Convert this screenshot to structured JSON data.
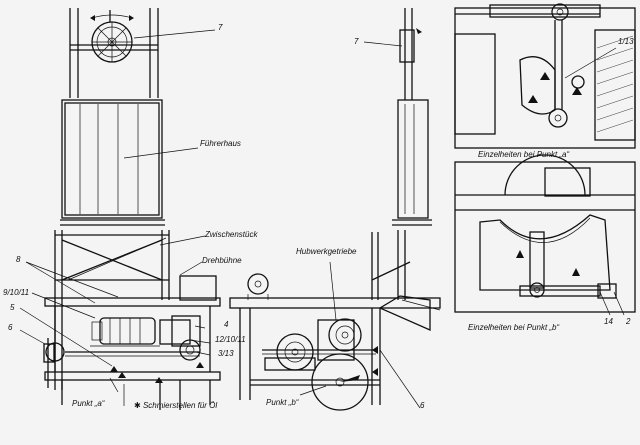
{
  "labels": {
    "fuehrerhaus": "Führerhaus",
    "zwischenstueck": "Zwischenstück",
    "drehbuehne": "Drehbühne",
    "hubwerkgetriebe": "Hubwerkgetriebe",
    "punkt_a": "Punkt „a“",
    "punkt_b": "Punkt „b“",
    "schmierstellen": "Schmierstellen für Öl",
    "schmierstellen_symbol": "✱",
    "einzelheiten_a": "Einzelheiten bei Punkt „a“",
    "einzelheiten_b": "Einzelheiten bei Punkt „b“"
  },
  "callouts": {
    "n7_left": "7",
    "n7_mid": "7",
    "n8": "8",
    "n9_10_11": "9/10/11",
    "n5": "5",
    "n6_left": "6",
    "n4": "4",
    "n12_10_11": "12/10/11",
    "n3_13": "3/13",
    "n6_bottom": "6",
    "n1_13": "1/13",
    "n14": "14",
    "n2": "2"
  }
}
